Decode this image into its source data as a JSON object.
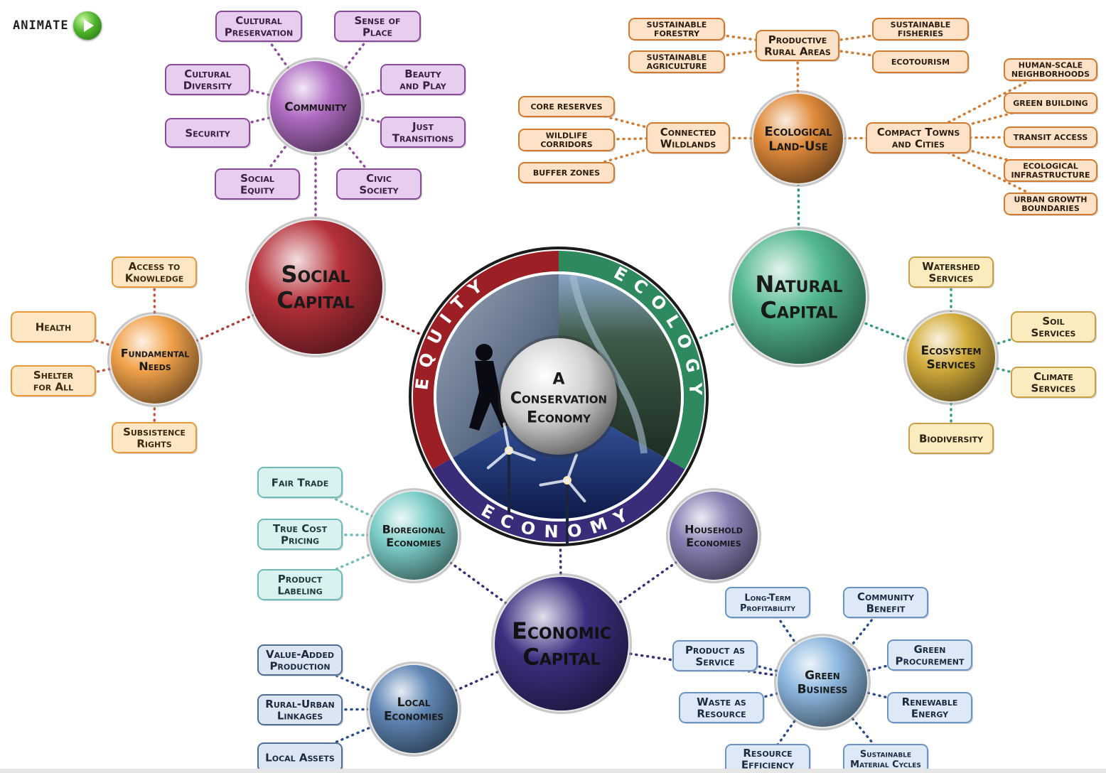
{
  "animate": {
    "label": "ANIMATE",
    "icon": "play-icon"
  },
  "center": {
    "title_lines": [
      "A",
      "Conservation",
      "Economy"
    ],
    "ring": {
      "equity": "EQUITY",
      "ecology": "ECOLOGY",
      "economy": "ECONOMY"
    },
    "ring_colors": {
      "equity": "#9b1f24",
      "ecology": "#2e8a5e",
      "economy": "#3a2c78"
    }
  },
  "capitals": [
    {
      "id": "social",
      "lines": [
        "Social",
        "Capital"
      ],
      "color": "#b5303a"
    },
    {
      "id": "natural",
      "lines": [
        "Natural",
        "Capital"
      ],
      "color": "#52b88e"
    },
    {
      "id": "economic",
      "lines": [
        "Economic",
        "Capital"
      ],
      "color": "#3c2f80"
    }
  ],
  "hubs": [
    {
      "id": "community",
      "lines": [
        "Community"
      ],
      "color": "#b06cc2"
    },
    {
      "id": "fundamental-needs",
      "lines": [
        "Fundamental",
        "Needs"
      ],
      "color": "#f2a24a"
    },
    {
      "id": "ecological-land-use",
      "lines": [
        "Ecological",
        "Land-Use"
      ],
      "color": "#e08a3a"
    },
    {
      "id": "ecosystem-services",
      "lines": [
        "Ecosystem",
        "Services"
      ],
      "color": "#d4ad3c"
    },
    {
      "id": "bioregional-economies",
      "lines": [
        "Bioregional",
        "Economies"
      ],
      "color": "#7ccdc8"
    },
    {
      "id": "household-economies",
      "lines": [
        "Household",
        "Economies"
      ],
      "color": "#8880b4"
    },
    {
      "id": "local-economies",
      "lines": [
        "Local",
        "Economies"
      ],
      "color": "#5f86b4"
    },
    {
      "id": "green-business",
      "lines": [
        "Green",
        "Business"
      ],
      "color": "#8db8e0"
    }
  ],
  "subhubs": [
    {
      "id": "productive-rural-areas",
      "lines": [
        "Productive",
        "Rural Areas"
      ]
    },
    {
      "id": "connected-wildlands",
      "lines": [
        "Connected",
        "Wildlands"
      ]
    },
    {
      "id": "compact-towns",
      "lines": [
        "Compact Towns",
        "and Cities"
      ]
    }
  ],
  "leaves": {
    "community": [
      [
        "Cultural",
        "Preservation"
      ],
      [
        "Sense of",
        "Place"
      ],
      [
        "Cultural",
        "Diversity"
      ],
      [
        "Beauty",
        "and Play"
      ],
      [
        "Security"
      ],
      [
        "Just",
        "Transitions"
      ],
      [
        "Social",
        "Equity"
      ],
      [
        "Civic",
        "Society"
      ]
    ],
    "fundamental_needs": [
      [
        "Access to",
        "Knowledge"
      ],
      [
        "Health"
      ],
      [
        "Shelter",
        "for All"
      ],
      [
        "Subsistence",
        "Rights"
      ]
    ],
    "productive_rural_areas": [
      [
        "SUSTAINABLE",
        "FORESTRY"
      ],
      [
        "SUSTAINABLE",
        "AGRICULTURE"
      ],
      [
        "SUSTAINABLE",
        "FISHERIES"
      ],
      [
        "ECOTOURISM"
      ]
    ],
    "connected_wildlands": [
      [
        "CORE RESERVES"
      ],
      [
        "WILDLIFE",
        "CORRIDORS"
      ],
      [
        "BUFFER ZONES"
      ]
    ],
    "compact_towns": [
      [
        "HUMAN-SCALE",
        "NEIGHBORHOODS"
      ],
      [
        "GREEN BUILDING"
      ],
      [
        "TRANSIT ACCESS"
      ],
      [
        "ECOLOGICAL",
        "INFRASTRUCTURE"
      ],
      [
        "URBAN GROWTH",
        "BOUNDARIES"
      ]
    ],
    "ecosystem_services": [
      [
        "Watershed",
        "Services"
      ],
      [
        "Soil",
        "Services"
      ],
      [
        "Climate",
        "Services"
      ],
      [
        "Biodiversity"
      ]
    ],
    "bioregional_economies": [
      [
        "Fair Trade"
      ],
      [
        "True Cost",
        "Pricing"
      ],
      [
        "Product",
        "Labeling"
      ]
    ],
    "local_economies": [
      [
        "Value-Added",
        "Production"
      ],
      [
        "Rural-Urban",
        "Linkages"
      ],
      [
        "Local Assets"
      ]
    ],
    "green_business": [
      [
        "Long-Term",
        "Profitability"
      ],
      [
        "Community",
        "Benefit"
      ],
      [
        "Product as",
        "Service"
      ],
      [
        "Green",
        "Procurement"
      ],
      [
        "Waste as",
        "Resource"
      ],
      [
        "Renewable",
        "Energy"
      ],
      [
        "Resource",
        "Efficiency"
      ],
      [
        "Sustainable",
        "Material Cycles"
      ]
    ]
  }
}
